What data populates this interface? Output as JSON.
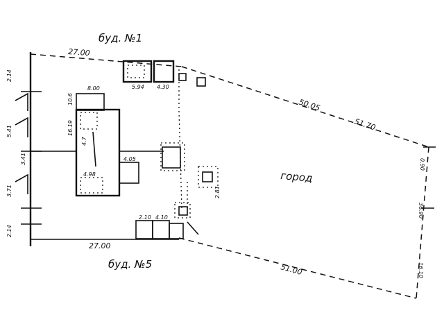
{
  "labels": {
    "building_top": "буд. №1",
    "building_bottom": "буд. №5",
    "garden": "город"
  },
  "dimensions": {
    "top_boundary": "27.00",
    "top_right_a": "50.05",
    "top_right_b": "51.70",
    "bottom_boundary": "27.00",
    "bottom_right": "51.00",
    "right_a": "0.90",
    "right_b": "36.90",
    "right_c": "16.10",
    "left_a": "2.14",
    "left_b": "5.41",
    "left_c": "3.41",
    "left_d": "3.71",
    "left_e": "2.14",
    "house_w": "8.00",
    "house_side": "16.19",
    "house_side2": "10.6",
    "top_bld_a": "5.94",
    "top_bld_b": "4.30",
    "bot_bld_a": "2.10",
    "bot_bld_b": "4.10",
    "inner_a": "4.05",
    "inner_b": "4.98",
    "inner_c": "4.7",
    "inner_d": "2.81"
  }
}
